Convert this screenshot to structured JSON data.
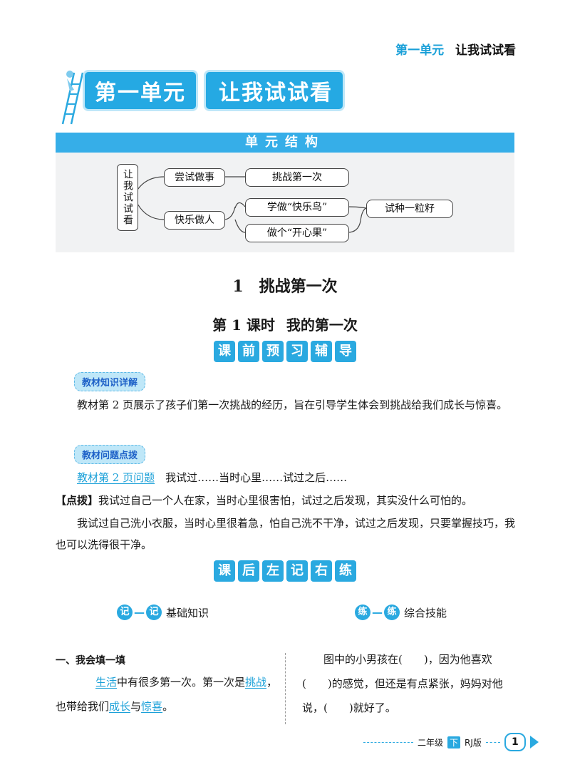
{
  "running_head": {
    "unit": "第一单元",
    "title": "让我试试看"
  },
  "unit_banner": {
    "unit": "第一单元",
    "title": "让我试试看"
  },
  "structure": {
    "heading": "单元结构",
    "root": "让我试试看",
    "branch1": "尝试做事",
    "branch2": "快乐做人",
    "leaf1": "挑战第一次",
    "leaf2": "学做“快乐鸟”",
    "leaf3": "做个“开心果”",
    "end": "试种一粒籽"
  },
  "lesson": {
    "number": "1",
    "title": "挑战第一次"
  },
  "period": {
    "label": "第 1 课时",
    "title": "我的第一次"
  },
  "section_blocks_1": [
    "课",
    "前",
    "预",
    "习",
    "辅",
    "导"
  ],
  "tag_knowledge": "教材知识详解",
  "para_knowledge": "教材第 2 页展示了孩子们第一次挑战的经历，旨在引导学生体会到挑战给我们成长与惊喜。",
  "tag_question": "教材问题点拨",
  "question": {
    "label": "教材第 2 页问题",
    "text": "我试过……当时心里……试过之后……"
  },
  "hint": {
    "bracket": "【点拨】",
    "text": "我试过自己一个人在家，当时心里很害怕，试过之后发现，其实没什么可怕的。"
  },
  "para_hint2": "我试过自己洗小衣服，当时心里很着急，怕自己洗不干净，试过之后发现，只要掌握技巧，我也可以洗得很干净。",
  "section_blocks_2": [
    "课",
    "后",
    "左",
    "记",
    "右",
    "练"
  ],
  "left_label": {
    "c1": "记",
    "c2": "记",
    "text": "基础知识"
  },
  "right_label": {
    "c1": "练",
    "c2": "练",
    "text": "综合技能"
  },
  "fill": {
    "heading": "一、我会填一填",
    "w1": "生活",
    "t1": "中有很多第一次。第一次是",
    "w2": "挑战",
    "t2": "，也带给我们",
    "w3": "成长",
    "t3": "与",
    "w4": "惊喜",
    "t4": "。"
  },
  "right_text": "图中的小男孩在(　　)，因为他喜欢(　　)的感觉，但还是有点紧张，妈妈对他说，(　　)就好了。",
  "footer": {
    "grade": "二年级",
    "term": "下",
    "edition": "RJ版",
    "page": "1"
  },
  "colors": {
    "accent": "#2aa9e0",
    "tag_text": "#1f62c8"
  }
}
